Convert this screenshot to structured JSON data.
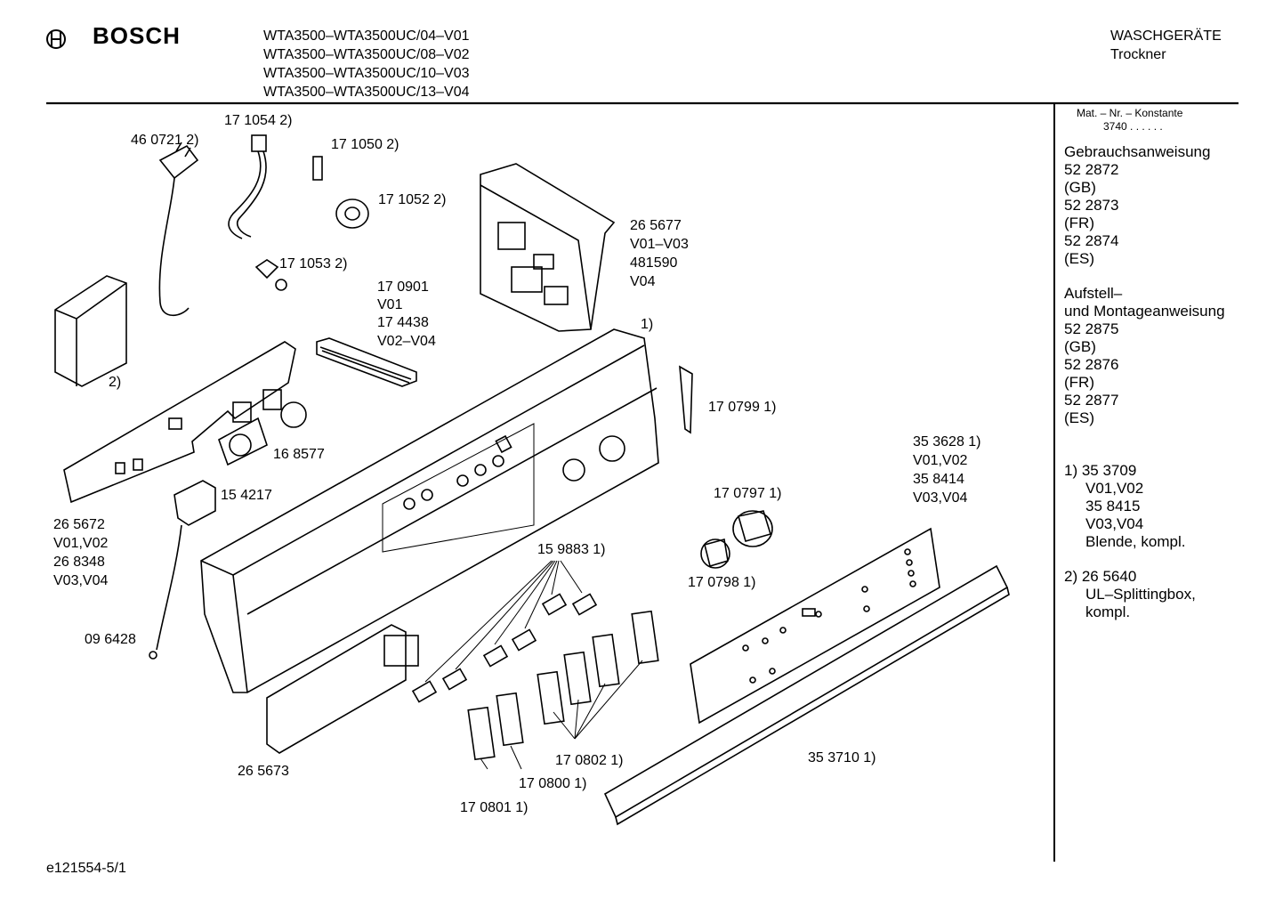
{
  "header": {
    "brand": "BOSCH",
    "models": [
      "WTA3500–WTA3500UC/04–V01",
      "WTA3500–WTA3500UC/08–V02",
      "WTA3500–WTA3500UC/10–V03",
      "WTA3500–WTA3500UC/13–V04"
    ],
    "category": "WASCHGERÄTE",
    "subcategory": "Trockner"
  },
  "sidebar": {
    "mat_label": "Mat. – Nr. – Konstante",
    "mat_value": "3740  .  .  .  .  .  .",
    "gebrauch_title": "Gebrauchsanweisung",
    "gebrauch_items": [
      "52 2872",
      "(GB)",
      "52 2873",
      "(FR)",
      "52 2874",
      "(ES)"
    ],
    "aufstell_title_1": "Aufstell–",
    "aufstell_title_2": "und Montageanweisung",
    "aufstell_items": [
      "52 2875",
      "(GB)",
      "52 2876",
      "(FR)",
      "52 2877",
      "(ES)"
    ],
    "note1": [
      "1) 35 3709",
      "V01,V02",
      "35 8415",
      "V03,V04",
      "Blende, kompl."
    ],
    "note2": [
      "2) 26 5640",
      "UL–Splittingbox,",
      "kompl."
    ]
  },
  "labels": {
    "l460721": "46 0721 2)",
    "l171054": "17 1054 2)",
    "l171050": "17 1050 2)",
    "l171052": "17 1052 2)",
    "l171053": "17 1053 2)",
    "l265677": [
      "26 5677",
      "V01–V03",
      "481590",
      "V04"
    ],
    "l170901": [
      "17 0901",
      "V01",
      "17 4438",
      "V02–V04"
    ],
    "l1": "1)",
    "l2": "2)",
    "l170799": "17 0799 1)",
    "l168577": "16 8577",
    "l154217": "15 4217",
    "l265672": [
      "26 5672",
      "V01,V02",
      "26 8348",
      "V03,V04"
    ],
    "l353628": [
      "35 3628 1)",
      "V01,V02",
      "35 8414",
      "V03,V04"
    ],
    "l170797": "17 0797 1)",
    "l170798": "17 0798 1)",
    "l159883": "15 9883 1)",
    "l096428": "09 6428",
    "l265673": "26 5673",
    "l170802": "17 0802 1)",
    "l170800": "17 0800 1)",
    "l170801": "17 0801 1)",
    "l353710": "35 3710 1)"
  },
  "footer": {
    "code": "e121554-5/1"
  }
}
